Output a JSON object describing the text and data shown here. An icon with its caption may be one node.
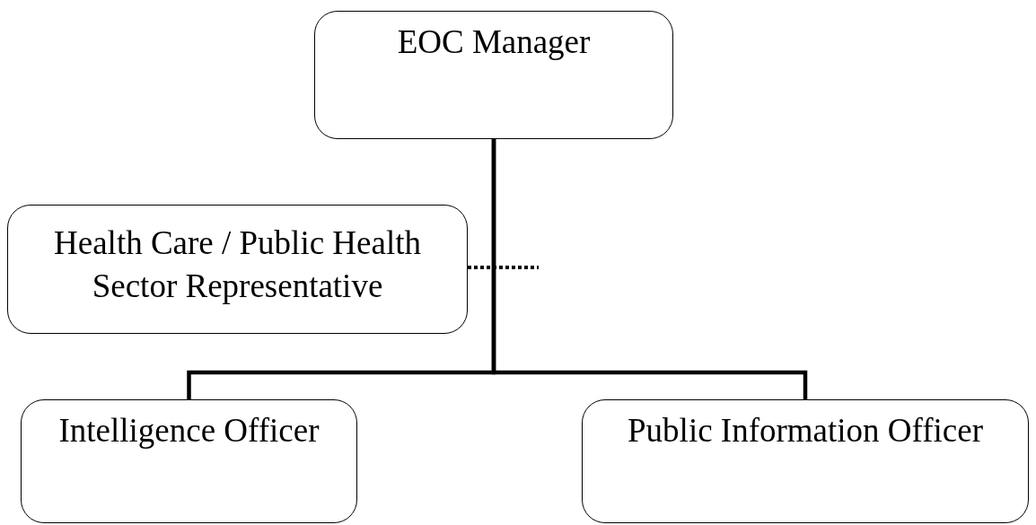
{
  "diagram": {
    "nodes": [
      {
        "text": [
          "EOC Manager"
        ]
      },
      {
        "text": [
          "Health Care / Public Health Sector Representative"
        ]
      },
      {
        "text": [
          "Intelligence Officer"
        ]
      },
      {
        "text": [
          "Public Information Officer"
        ]
      }
    ],
    "edges": [
      {
        "from": 0,
        "to": 2,
        "arrow": "none"
      },
      {
        "from": 0,
        "to": 3,
        "arrow": "none"
      },
      {
        "from": 1,
        "to": null,
        "arrow": "none",
        "style": "dashed"
      }
    ]
  }
}
